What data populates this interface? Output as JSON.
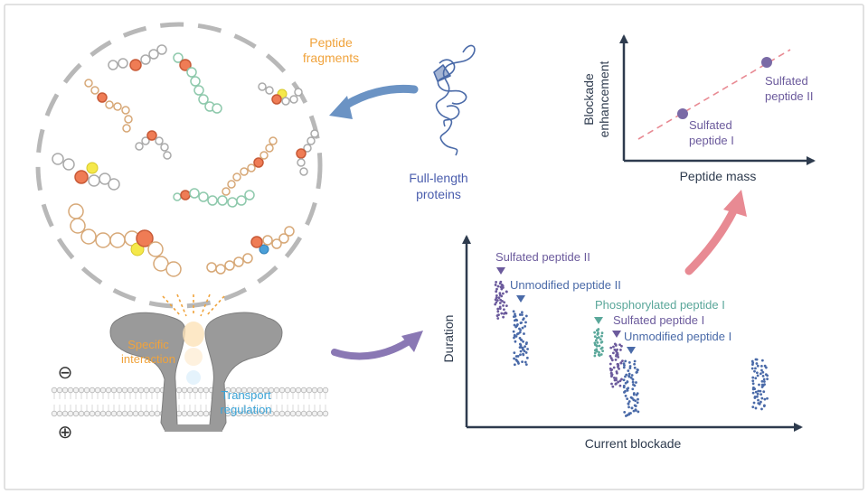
{
  "colors": {
    "orange_label": "#f0a33c",
    "purple_label": "#6b5a9c",
    "blue_label": "#4a6aa8",
    "teal_label": "#5aa79a",
    "cyan_label": "#3aa4d8",
    "pink_arrow": "#e88a93",
    "blue_arrow": "#6b93c4",
    "purple_arrow": "#8a78b4"
  },
  "labels": {
    "peptide_fragments_line1": "Peptide",
    "peptide_fragments_line2": "fragments",
    "full_length_line1": "Full-length",
    "full_length_line2": "proteins",
    "specific_line1": "Specific",
    "specific_line2": "interaction",
    "transport_line1": "Transport",
    "transport_line2": "regulation",
    "minus_sign": "⊖",
    "plus_sign": "⊕"
  },
  "mass_plot": {
    "ylabel_line1": "Blockade",
    "ylabel_line2": "enhancement",
    "xlabel": "Peptide mass",
    "points": [
      {
        "name_line1": "Sulfated",
        "name_line2": "peptide I"
      },
      {
        "name_line1": "Sulfated",
        "name_line2": "peptide II"
      }
    ]
  },
  "duration_plot": {
    "ylabel": "Duration",
    "xlabel": "Current blockade",
    "event_labels": [
      "Sulfated peptide II",
      "Unmodified peptide II",
      "Phosphorylated peptide I",
      "Sulfated peptide I",
      "Unmodified peptide I"
    ]
  }
}
